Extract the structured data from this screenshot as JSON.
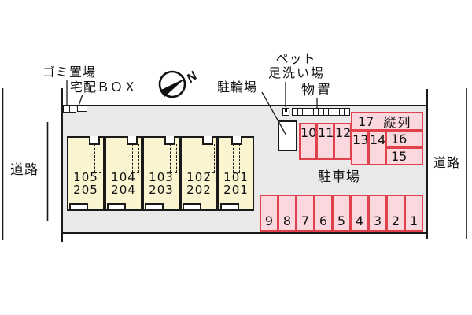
{
  "roads": {
    "left": "道路",
    "right": "道路"
  },
  "labels": {
    "garbage": "ゴミ置場",
    "delivery_box": "宅配ＢＯＸ",
    "bicycle_parking": "駐輪場",
    "pet_line1": "ペット",
    "pet_line2": "足洗い場",
    "storage": "物置",
    "parking_lot": "駐車場",
    "tandem": "縦列"
  },
  "compass": {
    "north": "N"
  },
  "units": [
    {
      "first_floor": "105",
      "second_floor": "205"
    },
    {
      "first_floor": "104",
      "second_floor": "204"
    },
    {
      "first_floor": "103",
      "second_floor": "203"
    },
    {
      "first_floor": "102",
      "second_floor": "202"
    },
    {
      "first_floor": "101",
      "second_floor": "201"
    }
  ],
  "parking": {
    "bottom_row": [
      "9",
      "8",
      "7",
      "6",
      "5",
      "4",
      "3",
      "2",
      "1"
    ],
    "middle_row": [
      "10",
      "11",
      "12"
    ],
    "right_block": {
      "s13": "13",
      "s14": "14",
      "s15": "15",
      "s16": "16",
      "s17": "17"
    }
  },
  "colors": {
    "space_fill": "#fbd8dd",
    "space_border": "#e0414d",
    "building_fill": "#faf5d0",
    "site_fill": "#e9e9e9",
    "line": "#1a1a1a"
  }
}
